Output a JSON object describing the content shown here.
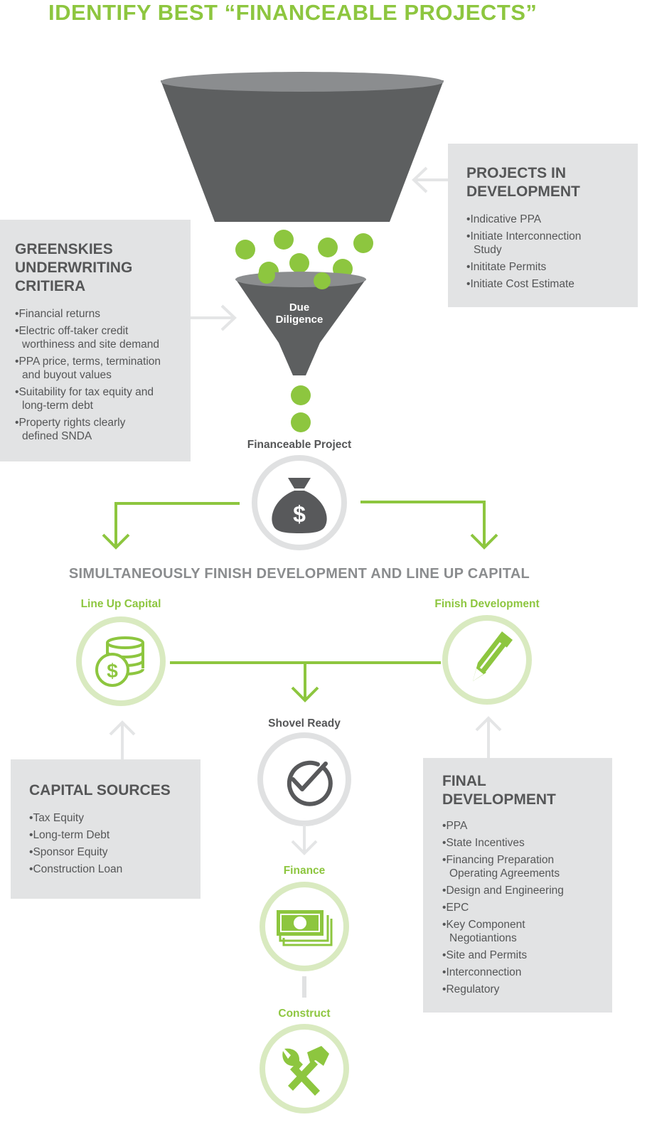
{
  "title": "IDENTIFY BEST “FINANCEABLE PROJECTS”",
  "funnel": {
    "due_diligence": "Due\nDiligence",
    "financeable_project": "Financeable Project"
  },
  "projects_in_development": {
    "title": "PROJECTS IN\nDEVELOPMENT",
    "items": [
      "Indicative PPA",
      "Initiate Interconnection\nStudy",
      "Inititate Permits",
      "Initiate Cost Estimate"
    ]
  },
  "underwriting": {
    "title": "GREENSKIES\nUNDERWRITING\nCRITIERA",
    "items": [
      "Financial returns",
      "Electric off-taker credit\nworthiness and site demand",
      "PPA price, terms, termination\nand buyout values",
      "Suitability for tax equity and\nlong-term debt",
      "Property rights clearly\ndefined SNDA"
    ]
  },
  "section_title": "SIMULTANEOUSLY FINISH DEVELOPMENT AND LINE UP CAPITAL",
  "line_up_capital": "Line Up Capital",
  "finish_development": "Finish Development",
  "shovel_ready": "Shovel Ready",
  "finance": "Finance",
  "construct": "Construct",
  "capital_sources": {
    "title": "CAPITAL SOURCES",
    "items": [
      "Tax Equity",
      "Long-term Debt",
      "Sponsor Equity",
      "Construction Loan"
    ]
  },
  "final_development": {
    "title": "FINAL\nDEVELOPMENT",
    "items": [
      "PPA",
      "State Incentives",
      "Financing Preparation\nOperating Agreements",
      "Design and Engineering",
      "EPC",
      "Key Component\nNegotiantions",
      "Site and Permits",
      "Interconnection",
      "Regulatory"
    ]
  },
  "colors": {
    "green": "#8dc63f",
    "light_green": "#d9eac0",
    "funnel_gray": "#5d5f60",
    "panel_gray": "#e2e3e4",
    "text_gray": "#555657"
  },
  "icons": [
    "money-bag-icon",
    "coins-icon",
    "pencil-icon",
    "check-circle-icon",
    "cash-icon",
    "tools-icon"
  ]
}
